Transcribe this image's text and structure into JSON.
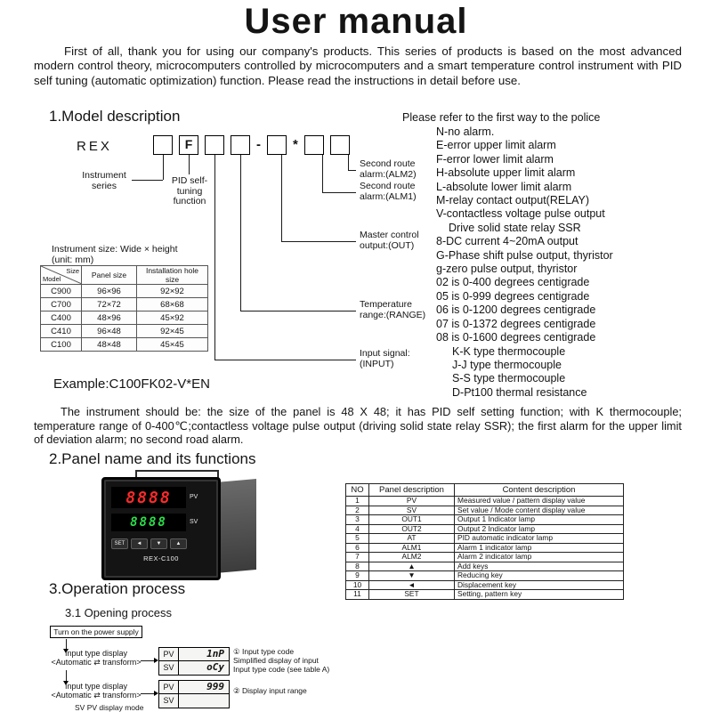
{
  "title": "User manual",
  "intro": "First of all, thank you for using our company's products. This series of products is based on the most advanced modern control theory, microcomputers controlled by microcomputers and a smart temperature control instrument with PID self tuning (automatic optimization) function. Please read the instructions in detail before use.",
  "section1": {
    "heading": "1.Model description",
    "police_note": "Please refer to the first way to the police",
    "model_prefix": "REX",
    "code_parts": [
      {
        "box": true,
        "t": ""
      },
      {
        "box": true,
        "t": "F"
      },
      {
        "box": true,
        "t": ""
      },
      {
        "box": true,
        "t": ""
      },
      {
        "box": false,
        "t": "-"
      },
      {
        "box": true,
        "t": ""
      },
      {
        "box": false,
        "t": "*"
      },
      {
        "box": true,
        "t": ""
      },
      {
        "box": true,
        "t": ""
      }
    ],
    "labels": {
      "instrument_series": "Instrument series",
      "pid": "PID self-tuning function",
      "alm2": "Second route alarm:(ALM2)",
      "alm1": "Second route alarm:(ALM1)",
      "out": "Master control output:(OUT)",
      "range": "Temperature range:(RANGE)",
      "input": "Input signal: (INPUT)"
    },
    "alarm_list": [
      "N-no alarm.",
      "E-error upper limit alarm",
      "F-error lower limit alarm",
      "H-absolute upper limit alarm",
      "L-absolute lower limit alarm",
      "M-relay contact output(RELAY)",
      "V-contactless voltage pulse output",
      "Drive solid state relay SSR",
      "8-DC current 4~20mA output",
      "G-Phase shift pulse output, thyristor",
      "g-zero pulse output, thyristor",
      "02 is 0-400 degrees centigrade",
      "05 is 0-999 degrees centigrade",
      "06 is 0-1200 degrees centigrade",
      "07 is 0-1372 degrees centigrade",
      "08 is 0-1600 degrees centigrade",
      "K-K type thermocouple",
      "J-J type thermocouple",
      "S-S type thermocouple",
      "D-Pt100 thermal resistance"
    ],
    "size_note_line1": "Instrument size: Wide × height",
    "size_note_line2": "(unit: mm)",
    "size_table": {
      "corner_top": "Size",
      "corner_bottom": "Model",
      "col_headers": [
        "Panel size",
        "Installation hole size"
      ],
      "rows": [
        [
          "C900",
          "96×96",
          "92×92"
        ],
        [
          "C700",
          "72×72",
          "68×68"
        ],
        [
          "C400",
          "48×96",
          "45×92"
        ],
        [
          "C410",
          "96×48",
          "92×45"
        ],
        [
          "C100",
          "48×48",
          "45×45"
        ]
      ]
    },
    "example": "Example:C100FK02-V*EN"
  },
  "spec_paragraph": "The instrument should be: the size of the panel is 48 X 48; it has PID self setting function; with K thermocouple; temperature range of 0-400℃;contactless voltage pulse output (driving solid state relay SSR); the first alarm for the upper limit of deviation alarm; no second road alarm.",
  "section2": {
    "heading": "2.Panel name and its functions",
    "device": {
      "pv_display": "8888",
      "sv_display": "8888",
      "pv_label": "PV",
      "sv_label": "SV",
      "buttons": [
        "SET",
        "◄",
        "▼",
        "▲"
      ],
      "brand": "REX-C100",
      "display_colors": {
        "pv": "#ff2a2a",
        "sv": "#2ce04a"
      }
    },
    "panel_table": {
      "headers": [
        "NO",
        "Panel description",
        "Content description"
      ],
      "rows": [
        [
          "1",
          "PV",
          "Measured value / pattern display value"
        ],
        [
          "2",
          "SV",
          "Set value / Mode content display value"
        ],
        [
          "3",
          "OUT1",
          "Output 1 Indicator lamp"
        ],
        [
          "4",
          "OUT2",
          "Output 2 Indicator lamp"
        ],
        [
          "5",
          "AT",
          "PID automatic indicator lamp"
        ],
        [
          "6",
          "ALM1",
          "Alarm 1 indicator lamp"
        ],
        [
          "7",
          "ALM2",
          "Alarm 2 indicator lamp"
        ],
        [
          "8",
          "▲",
          "Add keys"
        ],
        [
          "9",
          "▼",
          "Reducing key"
        ],
        [
          "10",
          "◄",
          "Displacement key"
        ],
        [
          "11",
          "SET",
          "Setting, pattern key"
        ]
      ]
    }
  },
  "section3": {
    "heading": "3.Operation process",
    "subheading": "3.1 Opening process",
    "flow": {
      "power_box": "Turn on the power supply",
      "step1_title": "Input type display",
      "step1_sub": "<Automatic ⇄ transform>",
      "step2_title": "Input type display",
      "step2_sub": "<Automatic ⇄ transform>",
      "display1": {
        "pv_label": "PV",
        "sv_label": "SV",
        "pv_value": "1nP",
        "sv_value": "oCy"
      },
      "display2": {
        "pv_label": "PV",
        "sv_label": "SV",
        "pv_value": "999",
        "sv_value": ""
      },
      "note1_line1": "① Input type code",
      "note1_line2": "Simplified display of input",
      "note1_line3": "Input type code (see table A)",
      "note2": "② Display input range",
      "footer": "SV PV display mode"
    }
  }
}
